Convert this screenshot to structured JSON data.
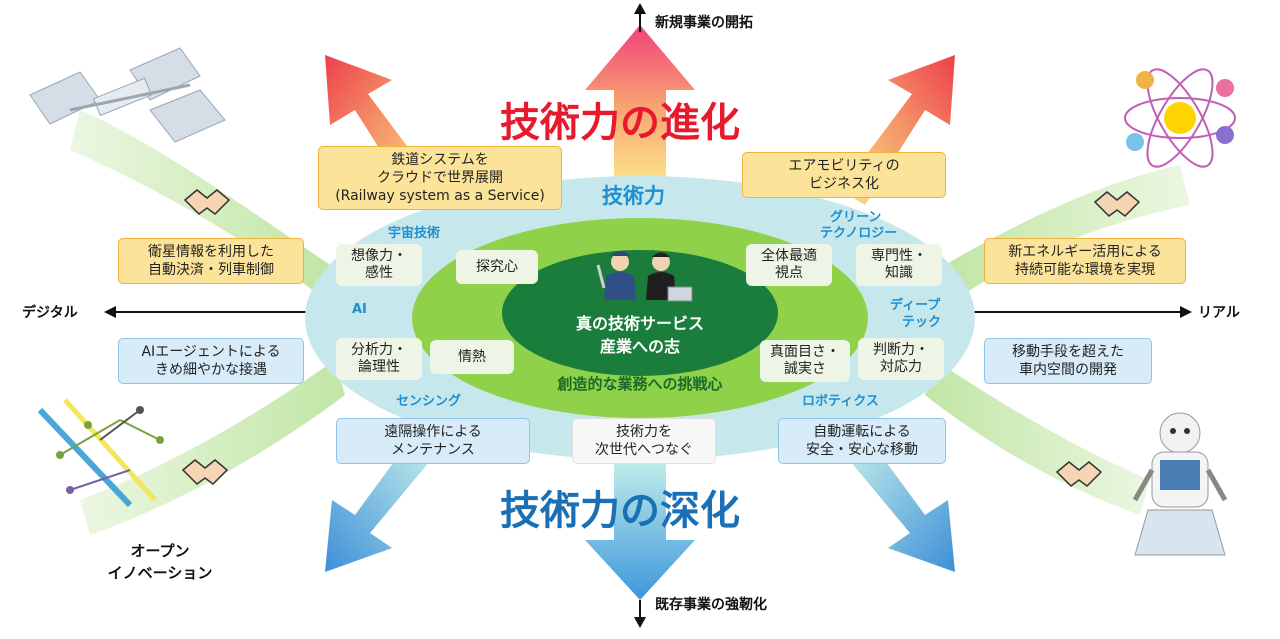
{
  "top_label": "新規事業の開拓",
  "bottom_label": "既存事業の強靭化",
  "left_label": "デジタル",
  "right_label": "リアル",
  "title_evolution": "技術力の進化",
  "title_deepening": "技術力の深化",
  "ring_label": "技術力",
  "center": {
    "line1": "真の技術サービス",
    "line2": "産業への志",
    "challenge": "創造的な業務への挑戦心"
  },
  "fields": {
    "space": "宇宙技術",
    "ai": "AI",
    "sensing": "センシング",
    "green1": "グリーン",
    "green2": "テクノロジー",
    "deep1": "ディープ",
    "deep2": "テック",
    "robotics": "ロボティクス"
  },
  "qualities": {
    "imagination1": "想像力・",
    "imagination2": "感性",
    "curiosity": "探究心",
    "analysis1": "分析力・",
    "analysis2": "論理性",
    "passion": "情熱",
    "overall1": "全体最適",
    "overall2": "視点",
    "expertise1": "専門性・",
    "expertise2": "知識",
    "sincerity1": "真面目さ・",
    "sincerity2": "誠実さ",
    "judgment1": "判断力・",
    "judgment2": "対応力"
  },
  "examples": {
    "raas1": "鉄道システムを",
    "raas2": "クラウドで世界展開",
    "raas3": "(Railway system as a Service)",
    "air1": "エアモビリティの",
    "air2": "ビジネス化",
    "sat1": "衛星情報を利用した",
    "sat2": "自動決済・列車制御",
    "energy1": "新エネルギー活用による",
    "energy2": "持続可能な環境を実現",
    "agent1": "AIエージェントによる",
    "agent2": "きめ細やかな接遇",
    "mobility1": "移動手段を超えた",
    "mobility2": "車内空間の開発",
    "remote1": "遠隔操作による",
    "remote2": "メンテナンス",
    "next1": "技術力を",
    "next2": "次世代へつなぐ",
    "auto1": "自動運転による",
    "auto2": "安全・安心な移動"
  },
  "open_innovation1": "オープン",
  "open_innovation2": "イノベーション",
  "colors": {
    "title_red": "#e8192c",
    "title_blue": "#1a6fb5",
    "ring": "#c6e8ec",
    "green_ring": "#8fd24a",
    "center": "#1a7d3c",
    "field_blue": "#1e8fd0"
  }
}
